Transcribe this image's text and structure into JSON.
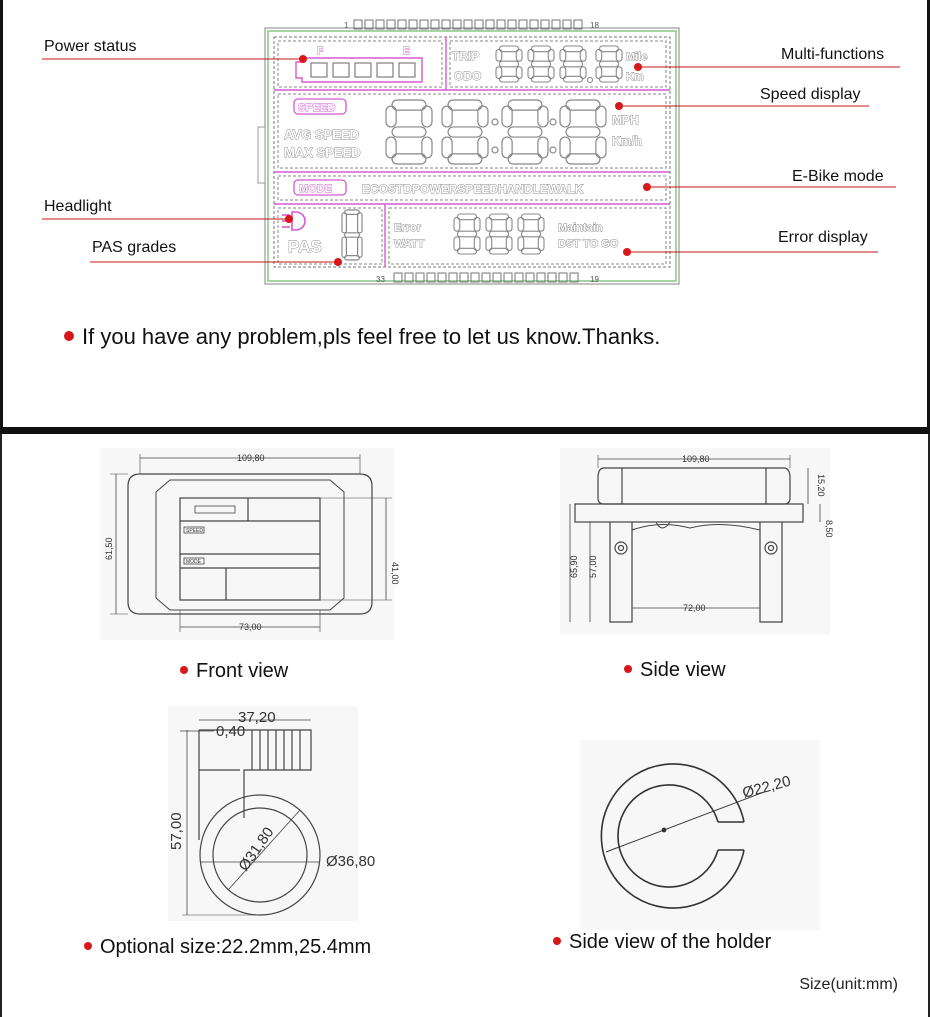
{
  "lcd": {
    "top_pin_start": "1",
    "top_pin_end": "18",
    "bottom_pin_start": "33",
    "bottom_pin_end": "19",
    "fuel_full": "F",
    "fuel_empty": "E",
    "trip": "TRIP",
    "odo": "ODO",
    "mile": "Mile",
    "km": "Km",
    "speed_badge": "SPEED",
    "avg_speed": "AVG SPEED",
    "max_speed": "MAX SPEED",
    "mph": "MPH",
    "kmh": "Km/h",
    "mode_badge": "MODE",
    "modes": "ECOSTDPOWERSPEEDHANDLEWALK",
    "pas": "PAS",
    "error": "Error",
    "watt": "WATT",
    "maintain": "Maintain",
    "dst_to_go": "DST  TO GO"
  },
  "callouts": {
    "power_status": "Power status",
    "multi_functions": "Multi-functions",
    "speed_display": "Speed display",
    "ebike_mode": "E-Bike mode",
    "headlight": "Headlight",
    "pas_grades": "PAS grades",
    "error_display": "Error display"
  },
  "note": "If you have any problem,pls feel free to let us know.Thanks.",
  "dimensions": {
    "front_width": "109,80",
    "front_height": "61,50",
    "front_screen_height": "41,00",
    "front_screen_width": "73,00",
    "front_speed_tag": "SPEED",
    "front_mode_tag": "MODE",
    "side_width": "109,80",
    "side_top": "15,20",
    "side_gap": "8,50",
    "side_total_height": "65,90",
    "side_leg_height": "57,00",
    "side_inner_width": "72,00",
    "holder_width": "37,20",
    "holder_offset": "0,40",
    "holder_height": "57,00",
    "holder_inner_dia": "Ø31,80",
    "holder_outer_dia": "Ø36,80",
    "ring_dia": "Ø22,20"
  },
  "captions": {
    "front_view": "Front view",
    "side_view": "Side view",
    "optional_size": "Optional size:22.2mm,25.4mm",
    "holder_side_view": "Side view of the holder"
  },
  "unit_note": "Size(unit:mm)",
  "colors": {
    "accent_red": "#d81818",
    "lcd_pink": "#d35ad3",
    "lcd_green": "#8fc98f"
  }
}
